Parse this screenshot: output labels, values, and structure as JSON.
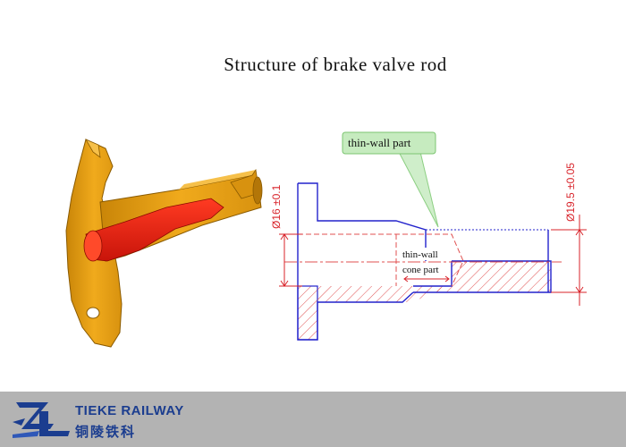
{
  "title": "Structure of brake valve rod",
  "callout": {
    "label": "thin-wall part"
  },
  "labels": {
    "thin_wall": "thin-wall",
    "cone_part": "cone part"
  },
  "dimensions": {
    "left_diameter": "Ø16 ±0.1",
    "right_diameter": "Ø19.5 ±0.05"
  },
  "brand": {
    "name_en": "TIEKE RAILWAY",
    "name_zh": "铜陵铁科"
  },
  "colors": {
    "footer": "#b3b3b3",
    "brand_blue": "#1b3d8f",
    "model_orange": "#e09a12",
    "model_red": "#e01e12",
    "outline_blue": "#2222cc",
    "dimension_red": "#d8232a",
    "callout_green": "#b9e6b2"
  }
}
